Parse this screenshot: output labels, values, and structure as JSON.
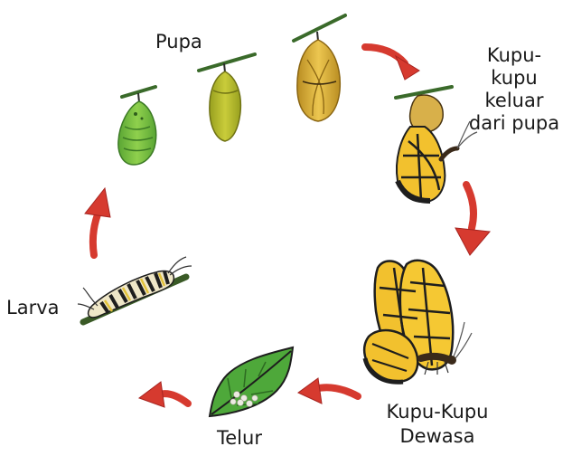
{
  "diagram": {
    "stages": {
      "pupa": {
        "label": "Pupa"
      },
      "emerging": {
        "label_lines": [
          "Kupu-",
          "kupu",
          "keluar",
          "dari pupa"
        ]
      },
      "adult": {
        "label_lines": [
          "Kupu-Kupu",
          "Dewasa"
        ]
      },
      "egg": {
        "label": "Telur"
      },
      "larva": {
        "label": "Larva"
      }
    },
    "colors": {
      "arrow": "#d63a2f",
      "leaf": "#4ea83a",
      "pupa_green": "#7dc443",
      "pupa_olive": "#b8bb2a",
      "pupa_gold": "#d8ae3c",
      "wing_yellow": "#f2c12e",
      "outline": "#1e1e1e"
    }
  }
}
